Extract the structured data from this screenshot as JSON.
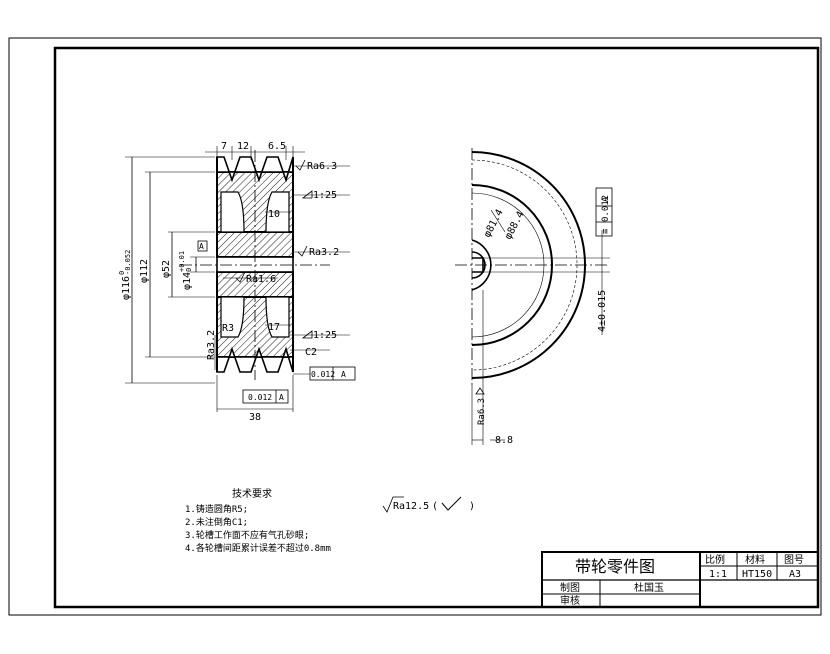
{
  "drawing": {
    "dims_front": {
      "top_7": "7",
      "top_12": "12",
      "top_65": "6.5",
      "ra63": "Ra6.3",
      "taper1": "1:25",
      "web10": "10",
      "ra32": "Ra3.2",
      "datumA": "A",
      "ra16": "Ra1.6",
      "phi116": "φ116",
      "phi116_tol": "0",
      "phi116_tol2": "-0.052",
      "phi112": "φ112",
      "phi52": "φ52",
      "phi14": "φ14",
      "phi14_tol": "+0.01",
      "phi14_tol2": "0",
      "r3": "R3",
      "web17": "17",
      "taper2": "1:25",
      "c2": "C2",
      "ra32b": "Ra3.2",
      "runout_val": "0.012",
      "runout_datum": "A",
      "runout2_val": "0.012",
      "runout2_datum": "A",
      "width38": "38"
    },
    "dims_side": {
      "phi814": "φ81.4",
      "phi884": "φ88.4",
      "sym_val": "0.012",
      "sym_datum": "A",
      "keyway": "4±0.015",
      "ra63": "Ra6.3",
      "dim88": "8.8"
    },
    "notes": {
      "title": "技术要求",
      "items": [
        "1.铸造圆角R5;",
        "2.未注倒角C1;",
        "3.轮槽工作面不应有气孔砂眼;",
        "4.各轮槽间距累计误差不超过0.8mm"
      ]
    },
    "general_roughness": {
      "value": "Ra12.5",
      "paren_open": "(",
      "paren_close": ")"
    }
  },
  "title_block": {
    "name": "带轮零件图",
    "scale_label": "比例",
    "scale": "1:1",
    "material_label": "材料",
    "material": "HT150",
    "drawing_no_label": "图号",
    "drawing_no": "A3",
    "drawn_label": "制图",
    "drawn_by": "杜国玉",
    "checked_label": "审核"
  }
}
